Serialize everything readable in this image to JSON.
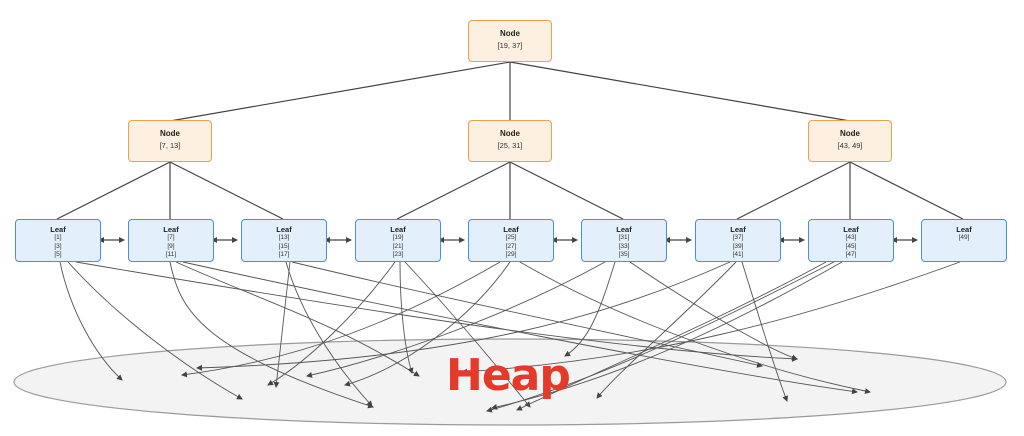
{
  "colors": {
    "node_fill": "#fdf0e0",
    "node_border": "#e8a24a",
    "leaf_fill": "#e3effb",
    "leaf_border": "#4a90d9",
    "heap_fill": "#f3f3f3",
    "heap_border": "#9a9a9a",
    "heap_label": "#e53a2a",
    "edge": "#444444"
  },
  "root": {
    "title": "Node",
    "range": "[19, 37]"
  },
  "internal_nodes": [
    {
      "title": "Node",
      "range": "[7, 13]"
    },
    {
      "title": "Node",
      "range": "[25, 31]"
    },
    {
      "title": "Node",
      "range": "[43, 49]"
    }
  ],
  "leaves": [
    {
      "title": "Leaf",
      "keys": [
        "[1]",
        "[3]",
        "[5]"
      ]
    },
    {
      "title": "Leaf",
      "keys": [
        "[7]",
        "[9]",
        "[11]"
      ]
    },
    {
      "title": "Leaf",
      "keys": [
        "[13]",
        "[15]",
        "[17]"
      ]
    },
    {
      "title": "Leaf",
      "keys": [
        "[19]",
        "[21]",
        "[23]"
      ]
    },
    {
      "title": "Leaf",
      "keys": [
        "[25]",
        "[27]",
        "[29]"
      ]
    },
    {
      "title": "Leaf",
      "keys": [
        "[31]",
        "[33]",
        "[35]"
      ]
    },
    {
      "title": "Leaf",
      "keys": [
        "[37]",
        "[39]",
        "[41]"
      ]
    },
    {
      "title": "Leaf",
      "keys": [
        "[43]",
        "[45]",
        "[47]"
      ]
    },
    {
      "title": "Leaf",
      "keys": [
        "[49]"
      ]
    }
  ],
  "heap": {
    "label": "Heap"
  }
}
